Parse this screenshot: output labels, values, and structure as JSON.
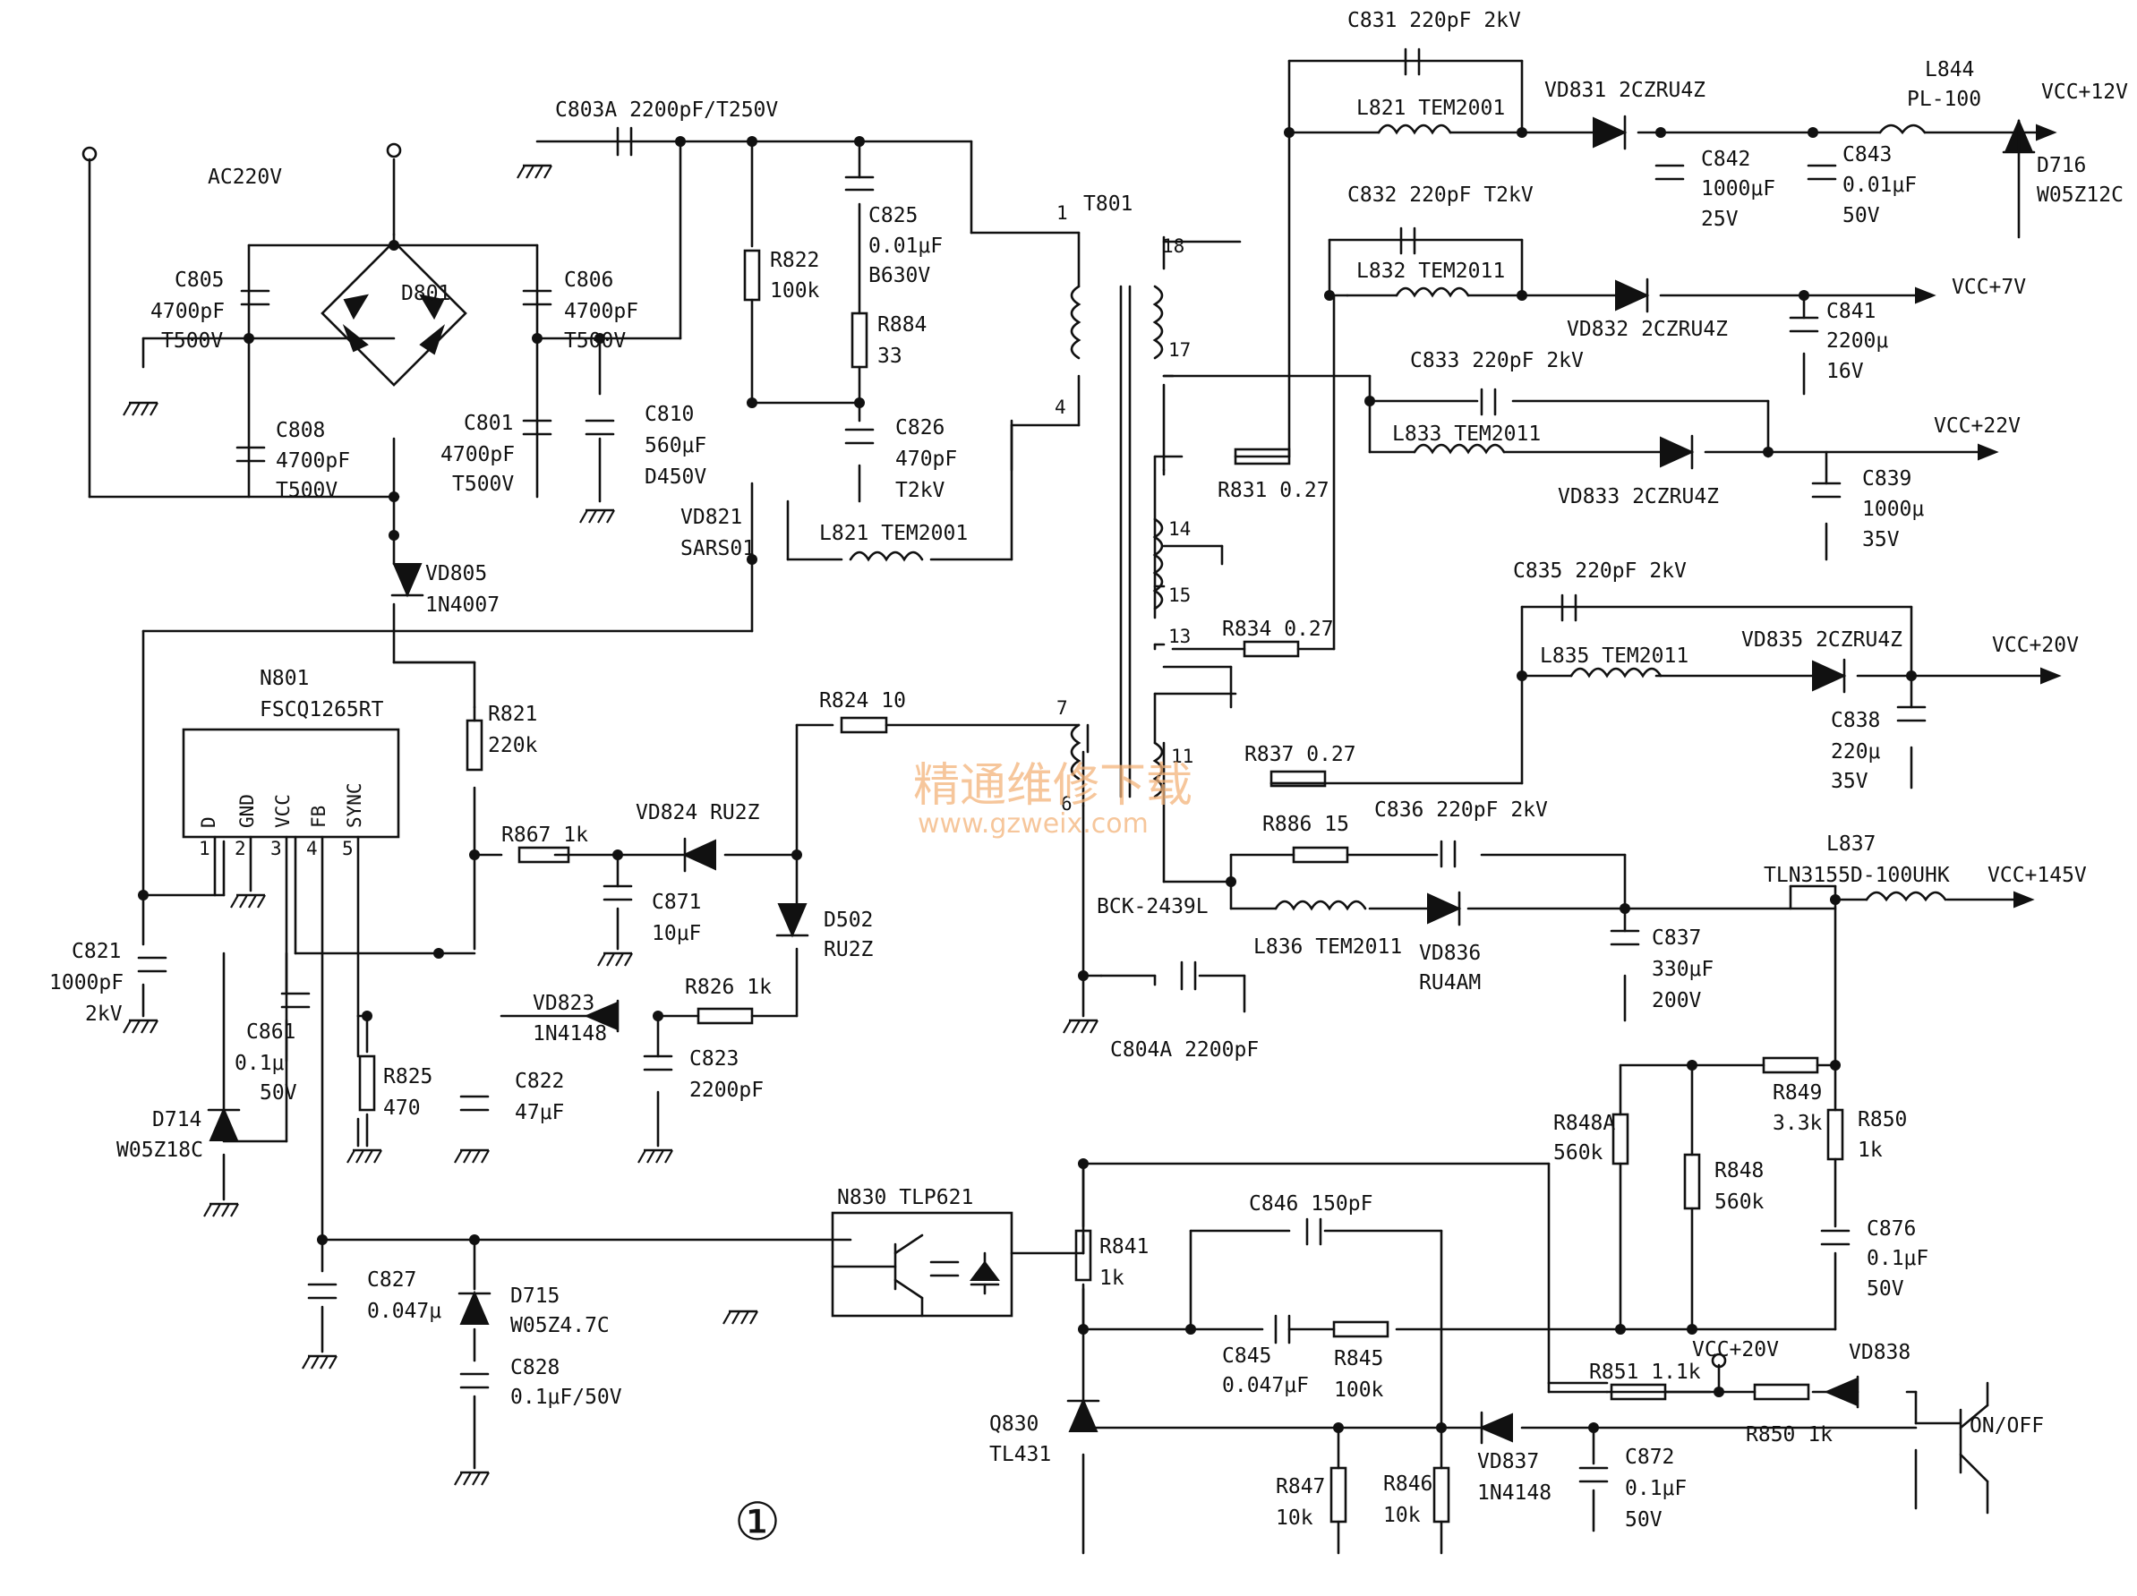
{
  "labels": {
    "C831": "C831 220pF  2kV",
    "L844": "L844",
    "PL100": "PL-100",
    "VCC12": "VCC+12V",
    "VD831": "VD831 2CZRU4Z",
    "L821b": "L821 TEM2001",
    "C803A": "C803A 2200pF/T250V",
    "C842a": "C842",
    "C842b": "1000μF",
    "C842c": "25V",
    "C843a": "C843",
    "C843b": "0.01μF",
    "C843c": "50V",
    "D716a": "D716",
    "D716b": "W05Z12C",
    "AC220V": "AC220V",
    "T801": "T801",
    "C832": "C832 220pF T2kV",
    "L832": "L832 TEM2011",
    "VD832": "VD832 2CZRU4Z",
    "VCC7": "VCC+7V",
    "C841a": "C841",
    "C841b": "2200μ",
    "C841c": "16V",
    "C825a": "C825",
    "C825b": "0.01μF",
    "C825c": "B630V",
    "C805a": "C805",
    "C805b": "4700pF",
    "C805c": "T500V",
    "C806a": "C806",
    "C806b": "4700pF",
    "C806c": "T500V",
    "D801": "D801",
    "R822a": "R822",
    "R822b": "100k",
    "R884a": "R884",
    "R884b": "33",
    "C833": "C833 220pF 2kV",
    "L833": "L833 TEM2011",
    "VD833": "VD833 2CZRU4Z",
    "VCC22": "VCC+22V",
    "C839a": "C839",
    "C839b": "1000μ",
    "C839c": "35V",
    "C808a": "C808",
    "C808b": "4700pF",
    "C808c": "T500V",
    "C801a": "C801",
    "C801b": "4700pF",
    "C801c": "T500V",
    "C810a": "C810",
    "C810b": "560μF",
    "C810c": "D450V",
    "C826a": "C826",
    "C826b": "470pF",
    "C826c": "T2kV",
    "R831": "R831 0.27",
    "VD821a": "VD821",
    "VD821b": "SARS01",
    "L821a": "L821 TEM2001",
    "VD805a": "VD805",
    "VD805b": "1N4007",
    "R834": "R834 0.27",
    "C835": "C835 220pF 2kV",
    "L835": "L835 TEM2011",
    "VD835": "VD835 2CZRU4Z",
    "VCC20": "VCC+20V",
    "N801a": "N801",
    "N801b": "FSCQ1265RT",
    "R821a": "R821",
    "R821b": "220k",
    "R824": "R824 10",
    "R837": "R837 0.27",
    "C838a": "C838",
    "C838b": "220μ",
    "C838c": "35V",
    "pinD": "D",
    "pinGND": "GND",
    "pinVCC": "VCC",
    "pinFB": "FB",
    "pinSYNC": "SYNC",
    "R867": "R867 1k",
    "VD824": "VD824 RU2Z",
    "R886": "R886 15",
    "C836": "C836 220pF 2kV",
    "L837a": "L837",
    "L837b": "TLN3155D-100UHK",
    "VCC145": "VCC+145V",
    "C871a": "C871",
    "C871b": "10μF",
    "D502a": "D502",
    "D502b": "RU2Z",
    "BCK": "BCK-2439L",
    "L836": "L836 TEM2011",
    "VD836a": "VD836",
    "VD836b": "RU4AM",
    "C837a": "C837",
    "C837b": "330μF",
    "C837c": "200V",
    "C821a": "C821",
    "C821b": "1000pF",
    "C821c": "2kV",
    "R826": "R826 1k",
    "VD823a": "VD823",
    "VD823b": "1N4148",
    "C861a": "C861",
    "C861b": "0.1μ",
    "C861c": "50V",
    "C804A": "C804A 2200pF",
    "R825a": "R825",
    "R825b": "470",
    "C822a": "C822",
    "C822b": "47μF",
    "C823a": "C823",
    "C823b": "2200pF",
    "R849a": "R849",
    "R849b": "3.3k",
    "R850a": "R850",
    "R850b": "1k",
    "R848Aa": "R848A",
    "R848Ab": "560k",
    "D714a": "D714",
    "D714b": "W05Z18C",
    "R848a": "R848",
    "R848b": "560k",
    "N830": "N830 TLP621",
    "C846": "C846 150pF",
    "C876a": "C876",
    "C876b": "0.1μF",
    "C876c": "50V",
    "R841a": "R841",
    "R841b": "1k",
    "C827a": "C827",
    "C827b": "0.047μ",
    "D715a": "D715",
    "D715b": "W05Z4.7C",
    "C845a": "C845",
    "C845b": "0.047μF",
    "R845a": "R845",
    "R845b": "100k",
    "VCC20b": "VCC+20V",
    "VD838": "VD838",
    "R851": "R851 1.1k",
    "C828a": "C828",
    "C828b": "0.1μF/50V",
    "Q830a": "Q830",
    "Q830b": "TL431",
    "R850c": "R850 1k",
    "ONOFF": "ON/OFF",
    "VD837a": "VD837",
    "VD837b": "1N4148",
    "C872a": "C872",
    "C872b": "0.1μF",
    "C872c": "50V",
    "R847a": "R847",
    "R847b": "10k",
    "R846a": "R846",
    "R846b": "10k",
    "pin1": "1",
    "pin2": "2",
    "pin3": "3",
    "pin4": "4",
    "pin5": "5",
    "tp1": "1",
    "tp4": "4",
    "tp18": "18",
    "tp17": "17",
    "tp14": "14",
    "tp15": "15",
    "tp13": "13",
    "tp7": "7",
    "tp6": "6",
    "tp11": "11",
    "figno": "①",
    "wm1": "精通维修下载",
    "wm2": "www.gzweix.com"
  }
}
